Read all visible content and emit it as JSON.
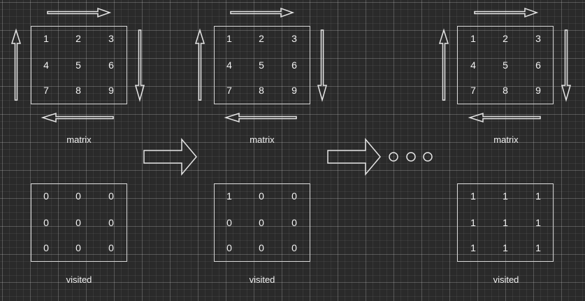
{
  "panels": [
    {
      "matrix": {
        "cells": [
          "1",
          "2",
          "3",
          "4",
          "5",
          "6",
          "7",
          "8",
          "9"
        ],
        "caption": "matrix"
      },
      "visited": {
        "cells": [
          "0",
          "0",
          "0",
          "0",
          "0",
          "0",
          "0",
          "0",
          "0"
        ],
        "caption": "visited"
      }
    },
    {
      "matrix": {
        "cells": [
          "1",
          "2",
          "3",
          "4",
          "5",
          "6",
          "7",
          "8",
          "9"
        ],
        "caption": "matrix"
      },
      "visited": {
        "cells": [
          "1",
          "0",
          "0",
          "0",
          "0",
          "0",
          "0",
          "0",
          "0"
        ],
        "caption": "visited"
      }
    },
    {
      "matrix": {
        "cells": [
          "1",
          "2",
          "3",
          "4",
          "5",
          "6",
          "7",
          "8",
          "9"
        ],
        "caption": "matrix"
      },
      "visited": {
        "cells": [
          "1",
          "1",
          "1",
          "1",
          "1",
          "1",
          "1",
          "1",
          "1"
        ],
        "caption": "visited"
      }
    }
  ],
  "colors": {
    "background": "#2a2a2a",
    "stroke": "#e6e6e6",
    "text": "#f2f2f2"
  },
  "icons": {
    "traversal_arrows": "spiral-direction-arrows",
    "step_arrow": "block-right-arrow",
    "ellipsis": "three-circles"
  }
}
